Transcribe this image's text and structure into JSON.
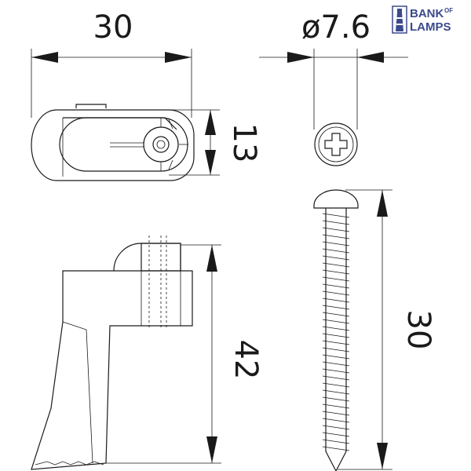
{
  "dimensions": {
    "top_width": "30",
    "diameter": "ø7.6",
    "top_height": "13",
    "side_height": "42",
    "screw_length": "30"
  },
  "logo": {
    "line1": "BANK",
    "line1_small": "OF",
    "line2": "LAMPS",
    "icon": "lighthouse-icon",
    "color": "#3b4a8c"
  }
}
